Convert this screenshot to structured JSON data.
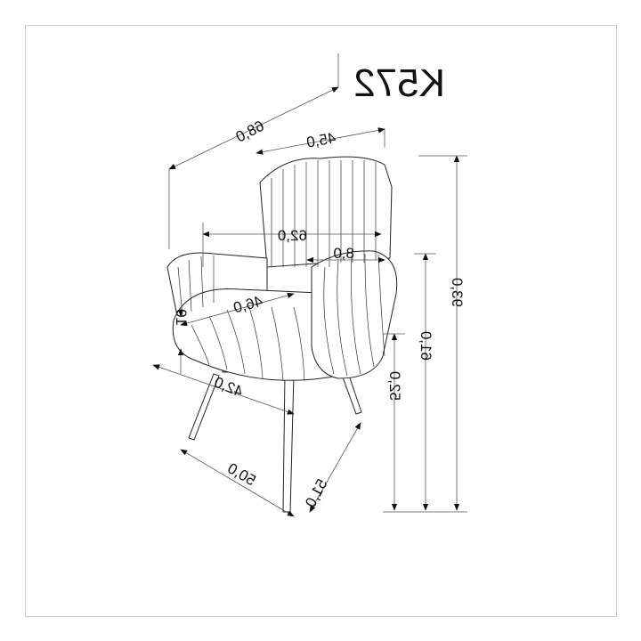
{
  "title": "K572",
  "dimensions": {
    "depth_total": "68,0",
    "back_width": "45,0",
    "width_total": "62,0",
    "armrest_width": "8,0",
    "seat_depth": "46,0",
    "seat_thickness": "10",
    "seat_width": "42,0",
    "base_depth": "50,0",
    "base_width": "51,0",
    "seat_height": "52,0",
    "armrest_height": "61,0",
    "total_height": "93,0"
  }
}
